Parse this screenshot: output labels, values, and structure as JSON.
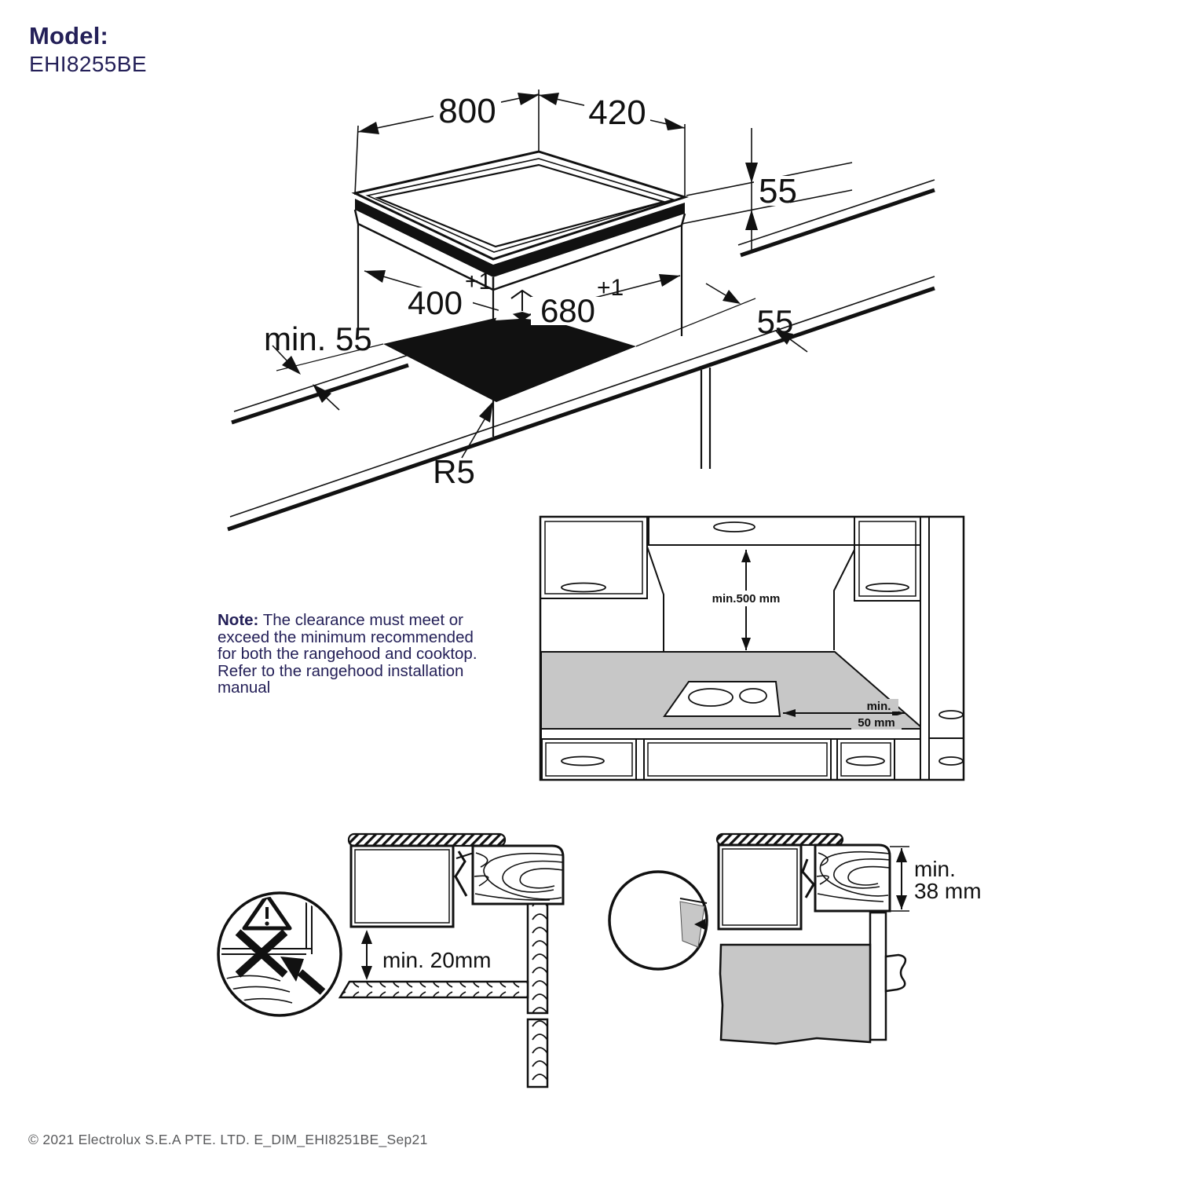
{
  "header": {
    "model_label": "Model:",
    "model_number": "EHI8255BE"
  },
  "colors": {
    "text_navy": "#242058",
    "line": "#111111",
    "counter_gray": "#c7c7c7",
    "footer_gray": "#595a5c"
  },
  "main_diagram": {
    "width": "800",
    "depth": "420",
    "height": "55",
    "cutout_width": "400",
    "cutout_width_sup": "+1",
    "cutout_length": "680",
    "cutout_length_sup": "+1",
    "edge_min_clearance": "min. 55",
    "edge_clearance": "55",
    "corner_radius": "R5"
  },
  "note": {
    "prefix": "Note:",
    "body": "The clearance must meet or exceed the minimum recommended for both the rangehood and cooktop. Refer to the rangehood installation manual"
  },
  "kitchen_diagram": {
    "hood_clearance": "min.500 mm",
    "side_clearance_line1": "min.",
    "side_clearance_line2": "50 mm"
  },
  "section_min20_diagram": {
    "clearance": "min. 20mm"
  },
  "section_min38_diagram": {
    "clearance_line1": "min.",
    "clearance_line2": "38 mm"
  },
  "footer": {
    "copyright": "© 2021 Electrolux S.E.A PTE. LTD. E_DIM_EHI8251BE_Sep21"
  }
}
